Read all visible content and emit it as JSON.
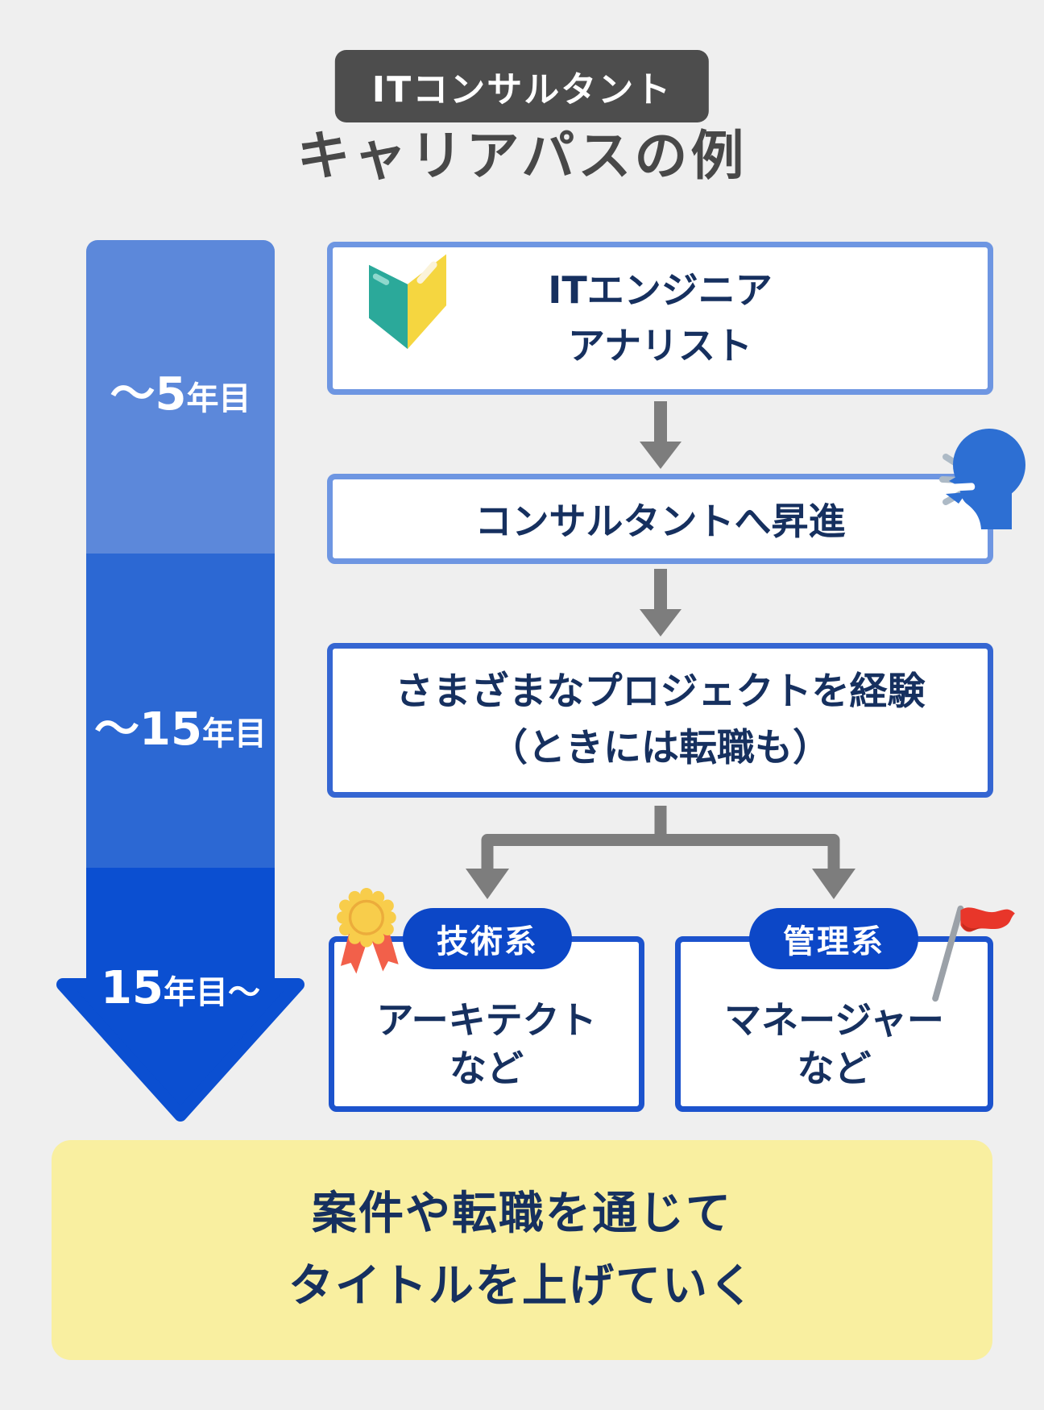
{
  "header": {
    "badge": "ITコンサルタント",
    "title": "キャリアパスの例"
  },
  "timeline": {
    "segments": [
      {
        "label_main": "～5",
        "label_sub": "年目",
        "color": "#5C88DA"
      },
      {
        "label_main": "～15",
        "label_sub": "年目",
        "color": "#2C68D3"
      },
      {
        "label_main": "15",
        "label_sub": "年目～",
        "color": "#0B4FD1"
      }
    ]
  },
  "flow": {
    "box1": {
      "icon": "beginner-book-icon",
      "lines": [
        "ITエンジニア",
        "アナリスト"
      ]
    },
    "box2": {
      "icon": "speaking-head-icon",
      "label": "コンサルタントへ昇進"
    },
    "box3": {
      "lines": [
        "さまざまなプロジェクトを経験",
        "（ときには転職も）"
      ]
    },
    "branch_left": {
      "badge": "技術系",
      "icon": "medal-icon",
      "lines": [
        "アーキテクト",
        "など"
      ]
    },
    "branch_right": {
      "badge": "管理系",
      "icon": "flag-icon",
      "lines": [
        "マネージャー",
        "など"
      ]
    }
  },
  "footer": {
    "lines": [
      "案件や転職を通じて",
      "タイトルを上げていく"
    ]
  },
  "colors": {
    "background": "#EFEFEF",
    "badge_bg": "#4D4D4D",
    "title_text": "#484848",
    "box_text": "#16305F",
    "box_border_light": "#6E96E2",
    "box_border_mid": "#3566D2",
    "box_border_strong": "#1C53CD",
    "pill_bg": "#0C47C7",
    "timeline_seg1": "#5C88DA",
    "timeline_seg2": "#2C68D3",
    "timeline_seg3": "#0B4FD1",
    "connector_gray": "#7D7D7D",
    "footer_bg": "#F9EFA0",
    "book_teal": "#2BA99A",
    "book_yellow": "#F5D640",
    "medal_gold": "#F8CD4B",
    "ribbon_red": "#F2604A",
    "flag_red": "#E8362A",
    "head_blue": "#2D6FD3"
  }
}
